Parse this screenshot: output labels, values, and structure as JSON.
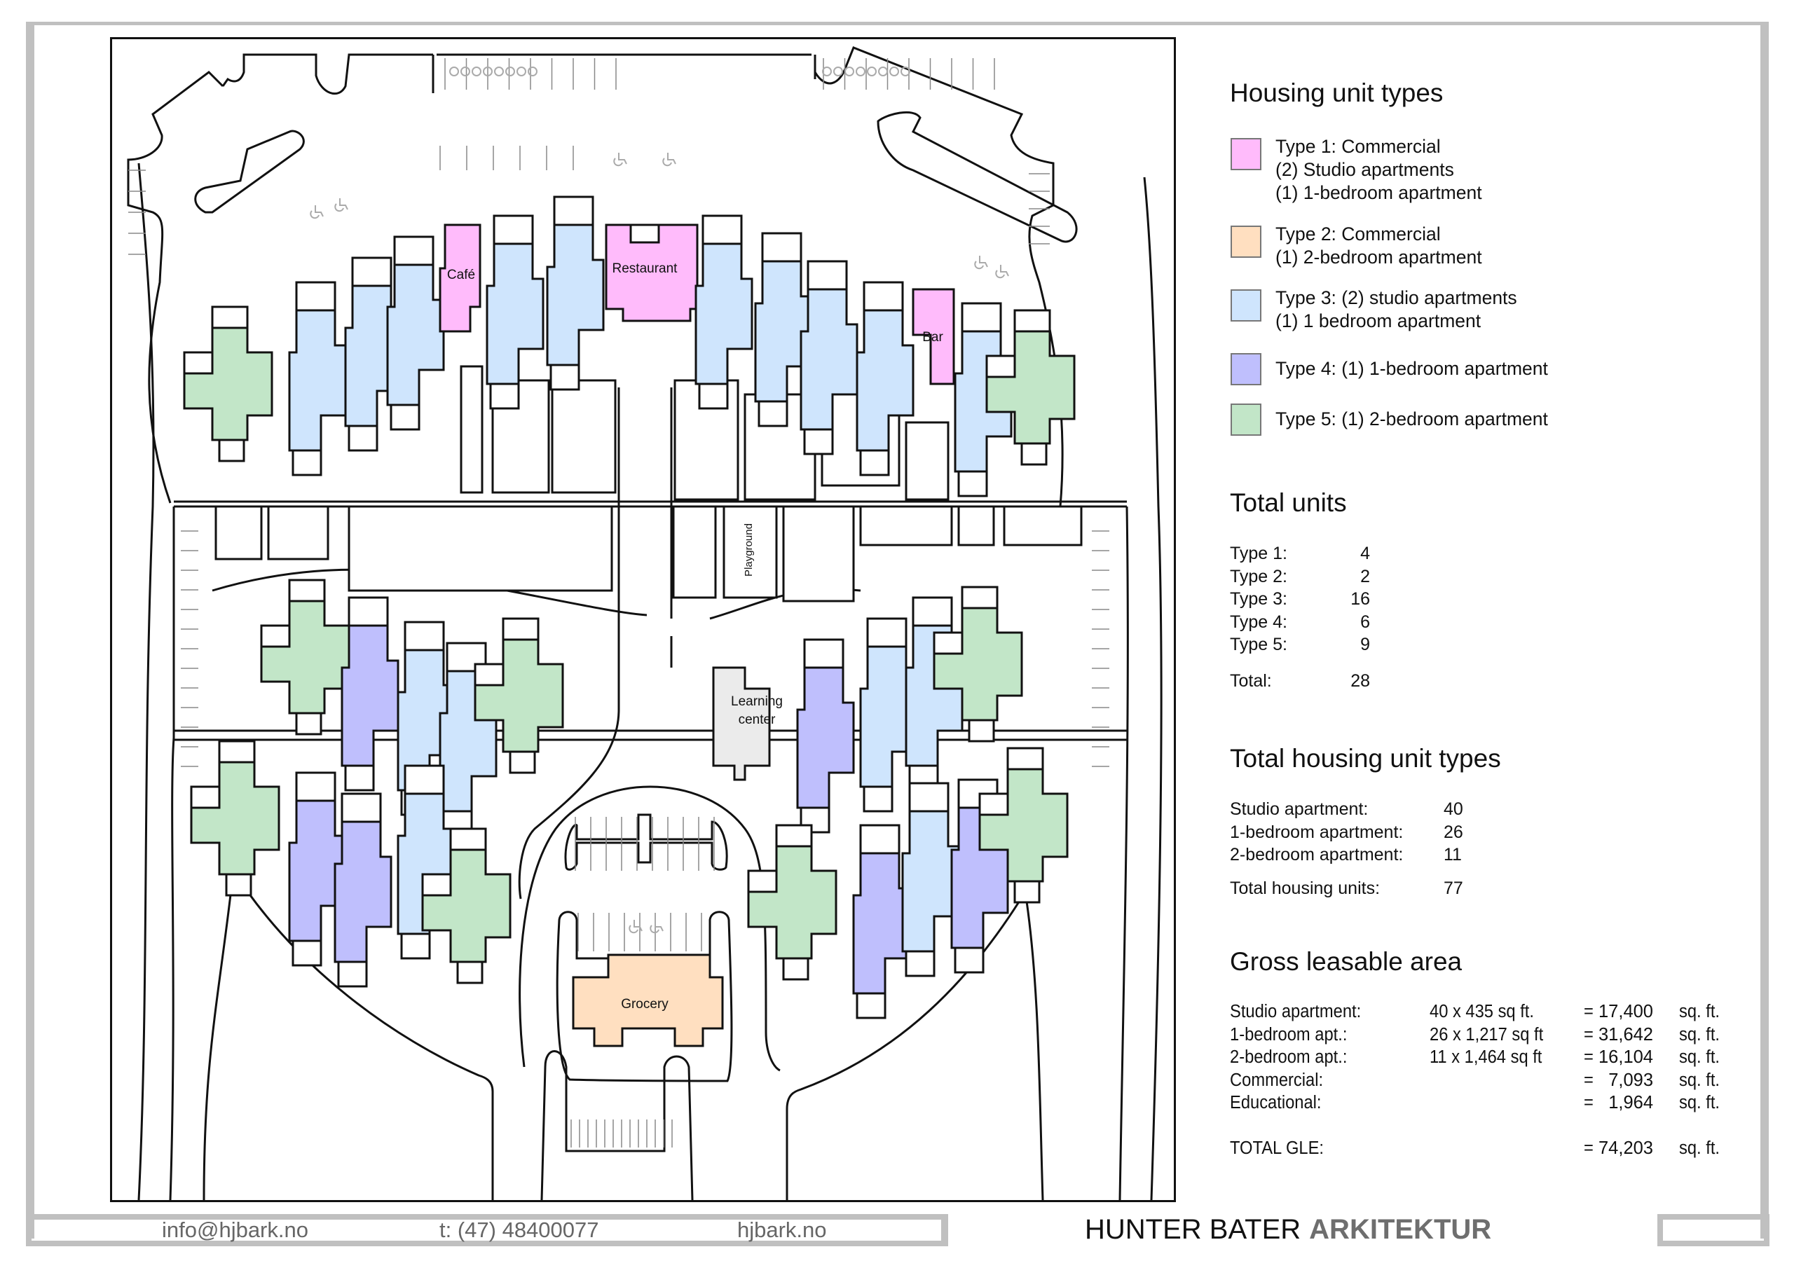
{
  "legend": {
    "title": "Housing unit types",
    "items": [
      {
        "type": "Type 1",
        "lines": [
          "Type 1: Commercial",
          "(2) Studio apartments",
          "(1) 1-bedroom apartment"
        ],
        "color": "#ffbbfb"
      },
      {
        "type": "Type 2",
        "lines": [
          "Type 2: Commercial",
          "(1) 2-bedroom apartment"
        ],
        "color": "#ffdfc0"
      },
      {
        "type": "Type 3",
        "lines": [
          "Type 3: (2) studio apartments",
          "(1) 1 bedroom apartment"
        ],
        "color": "#cfe5fd"
      },
      {
        "type": "Type 4",
        "lines": [
          "Type 4: (1) 1-bedroom apartment"
        ],
        "color": "#bfbffd"
      },
      {
        "type": "Type 5",
        "lines": [
          "Type 5: (1) 2-bedroom apartment"
        ],
        "color": "#c2e6c8"
      }
    ]
  },
  "total_units": {
    "title": "Total units",
    "rows": [
      {
        "label": "Type 1:",
        "value": "4"
      },
      {
        "label": "Type 2:",
        "value": "2"
      },
      {
        "label": "Type 3:",
        "value": "16"
      },
      {
        "label": "Type 4:",
        "value": "6"
      },
      {
        "label": "Type 5:",
        "value": "9"
      }
    ],
    "total_label": "Total:",
    "total_value": "28"
  },
  "housing_types": {
    "title": "Total housing unit types",
    "rows": [
      {
        "label": "Studio apartment:",
        "value": "40"
      },
      {
        "label": "1-bedroom apartment:",
        "value": "26"
      },
      {
        "label": "2-bedroom apartment:",
        "value": "11"
      }
    ],
    "total_label": "Total housing units:",
    "total_value": "77"
  },
  "gla": {
    "title": "Gross leasable area",
    "rows": [
      {
        "label": "Studio apartment:",
        "calc": "40 x 435 sq ft.",
        "eq": "=",
        "value": "17,400",
        "unit": "sq. ft."
      },
      {
        "label": "1-bedroom apt.:",
        "calc": "26 x 1,217 sq ft",
        "eq": "=",
        "value": "31,642",
        "unit": "sq. ft."
      },
      {
        "label": "2-bedroom apt.:",
        "calc": "11 x 1,464 sq ft",
        "eq": "=",
        "value": "16,104",
        "unit": "sq. ft."
      },
      {
        "label": "Commercial:",
        "calc": "",
        "eq": "=",
        "value": "7,093",
        "unit": "sq. ft."
      },
      {
        "label": "Educational:",
        "calc": "",
        "eq": "=",
        "value": "1,964",
        "unit": "sq. ft."
      }
    ],
    "total_label": "TOTAL GLE:",
    "total_eq": "=",
    "total_value": "74,203",
    "total_unit": "sq. ft."
  },
  "plan": {
    "labels": {
      "cafe": "Café",
      "restaurant": "Restaurant",
      "bar": "Bar",
      "playground": "Playground",
      "learning_center_1": "Learning",
      "learning_center_2": "center",
      "grocery": "Grocery"
    },
    "icons": {
      "ev_parking": "ev-charging-parking-icon",
      "accessible": "wheelchair-accessible-icon"
    },
    "colors": {
      "type1": "#ffbbfb",
      "type2": "#ffdfc0",
      "type3": "#cfe5fd",
      "type4": "#bfbffd",
      "type5": "#c2e6c8",
      "educational": "#ebebeb"
    }
  },
  "footer": {
    "email": "info@hjbark.no",
    "phone": "t: (47) 48400077",
    "website": "hjbark.no",
    "brand_name": "HUNTER BATER",
    "brand_suffix": "ARKITEKTUR"
  }
}
